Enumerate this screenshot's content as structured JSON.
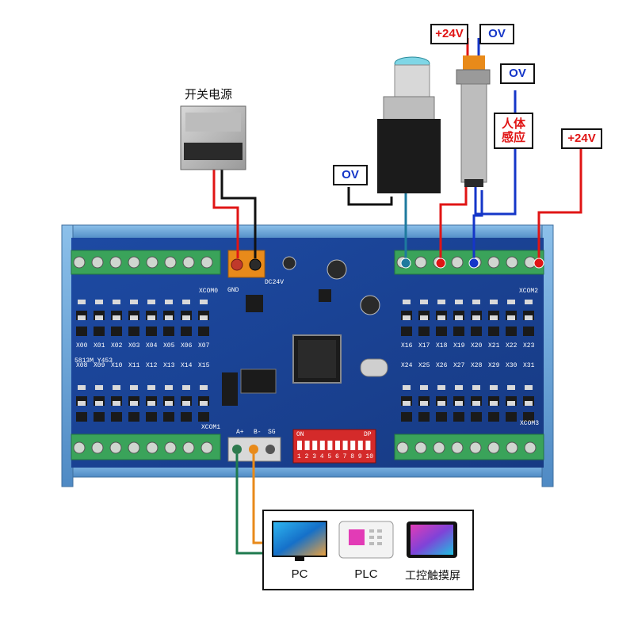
{
  "labels": {
    "switch_psu": "开关电源",
    "plus24v_top": "+24V",
    "ov_top": "OV",
    "ov_right": "OV",
    "human_sense_line1": "人体",
    "human_sense_line2": "感应",
    "plus24v_right": "+24V",
    "ov_left": "OV"
  },
  "board": {
    "gnd": "GND",
    "dc24v": "DC24V",
    "xcom0_top": "XCOM0",
    "xcom2_top": "XCOM2",
    "xcom1_bottom": "XCOM1",
    "xcom3_bottom": "XCOM3",
    "model": "5813M_Y453",
    "top_left_inputs": [
      "X00",
      "X01",
      "X02",
      "X03",
      "X04",
      "X05",
      "X06",
      "X07"
    ],
    "top_right_inputs": [
      "X16",
      "X17",
      "X18",
      "X19",
      "X20",
      "X21",
      "X22",
      "X23"
    ],
    "bottom_left_inputs": [
      "X08",
      "X09",
      "X10",
      "X11",
      "X12",
      "X13",
      "X14",
      "X15"
    ],
    "bottom_right_inputs": [
      "X24",
      "X25",
      "X26",
      "X27",
      "X28",
      "X29",
      "X30",
      "X31"
    ],
    "rs485_a": "A+",
    "rs485_b": "B-",
    "rs485_sg": "SG",
    "dip_on": "ON",
    "dip_dp": "DP",
    "dip_numbers": [
      "1",
      "2",
      "3",
      "4",
      "5",
      "6",
      "7",
      "8",
      "9",
      "10"
    ]
  },
  "devices": {
    "pc": "PC",
    "plc": "PLC",
    "touchscreen": "工控触摸屏"
  },
  "colors": {
    "wire_red": "#e01515",
    "wire_black": "#111111",
    "wire_blue": "#1536c8",
    "wire_green": "#1e7a4e",
    "wire_orange": "#e88a1a",
    "pcb_blue": "#1a3f8f",
    "terminal_green": "#3aa35a",
    "rail_blue": "#6aa6d8"
  }
}
